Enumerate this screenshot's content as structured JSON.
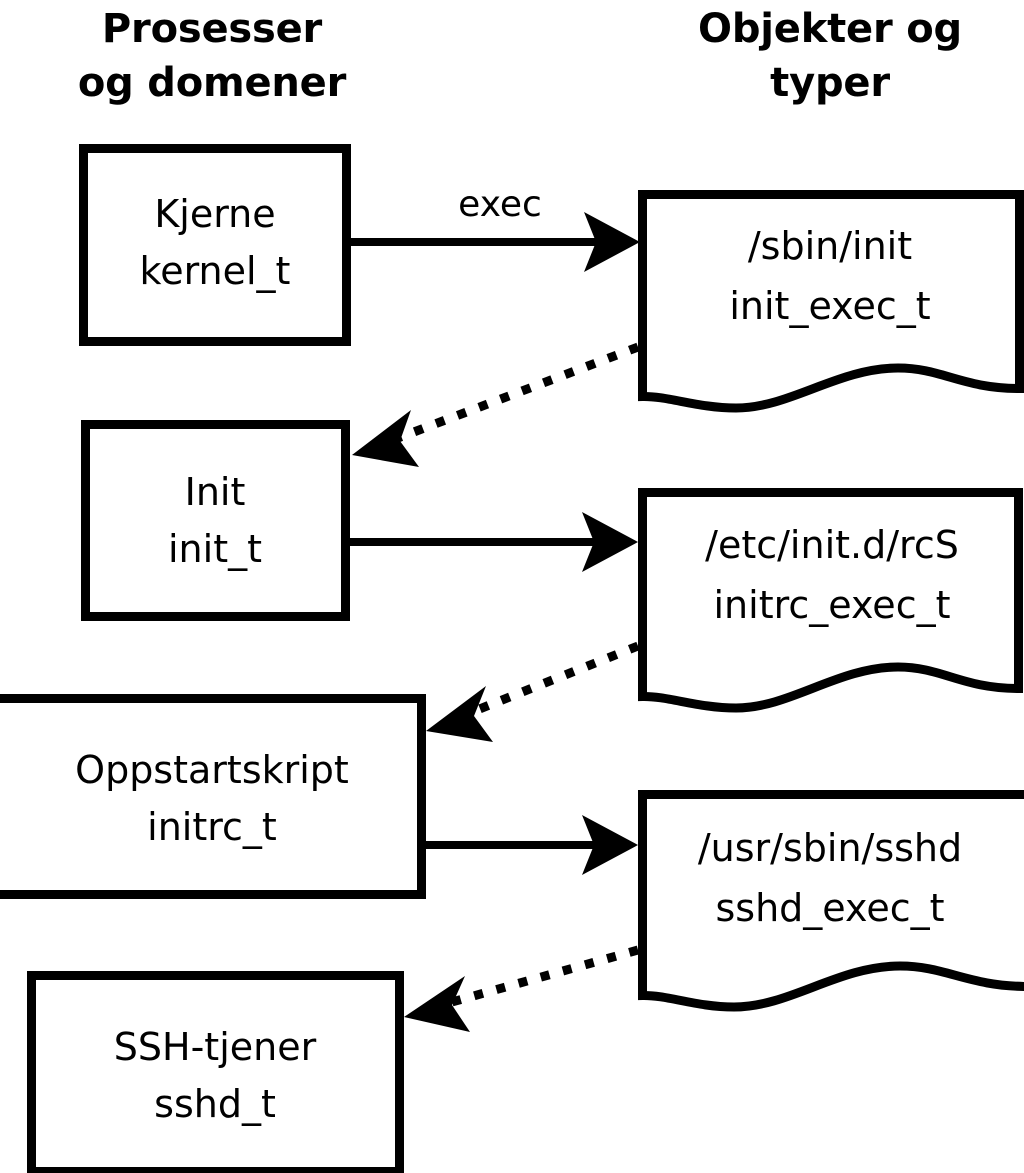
{
  "diagram": {
    "columns": [
      {
        "id": "processes",
        "line1": "Prosesser",
        "line2": "og domener"
      },
      {
        "id": "objects",
        "line1": "Objekter og",
        "line2": "typer"
      }
    ],
    "process_nodes": [
      {
        "id": "kernel",
        "line1": "Kjerne",
        "line2": "kernel_t"
      },
      {
        "id": "init",
        "line1": "Init",
        "line2": "init_t"
      },
      {
        "id": "initrc",
        "line1": "Oppstartskript",
        "line2": "initrc_t"
      },
      {
        "id": "sshd",
        "line1": "SSH-tjener",
        "line2": "sshd_t"
      }
    ],
    "object_nodes": [
      {
        "id": "init_exec",
        "line1": "/sbin/init",
        "line2": "init_exec_t"
      },
      {
        "id": "initrc_exec",
        "line1": "/etc/init.d/rcS",
        "line2": "initrc_exec_t"
      },
      {
        "id": "sshd_exec",
        "line1": "/usr/sbin/sshd",
        "line2": "sshd_exec_t"
      }
    ],
    "edges": [
      {
        "id": "kernel-exec-init_exec",
        "label": "exec",
        "style": "solid",
        "from": "kernel",
        "to": "init_exec"
      },
      {
        "id": "init_exec-transition-init",
        "label": "",
        "style": "dotted",
        "from": "init_exec",
        "to": "init"
      },
      {
        "id": "init-exec-initrc_exec",
        "label": "",
        "style": "solid",
        "from": "init",
        "to": "initrc_exec"
      },
      {
        "id": "initrc_exec-transition-initrc",
        "label": "",
        "style": "dotted",
        "from": "initrc_exec",
        "to": "initrc"
      },
      {
        "id": "initrc-exec-sshd_exec",
        "label": "",
        "style": "solid",
        "from": "initrc",
        "to": "sshd_exec"
      },
      {
        "id": "sshd_exec-transition-sshd",
        "label": "",
        "style": "dotted",
        "from": "sshd_exec",
        "to": "sshd"
      }
    ],
    "colors": {
      "stroke": "#000000",
      "fill": "#ffffff",
      "background": "#ffffff"
    }
  }
}
